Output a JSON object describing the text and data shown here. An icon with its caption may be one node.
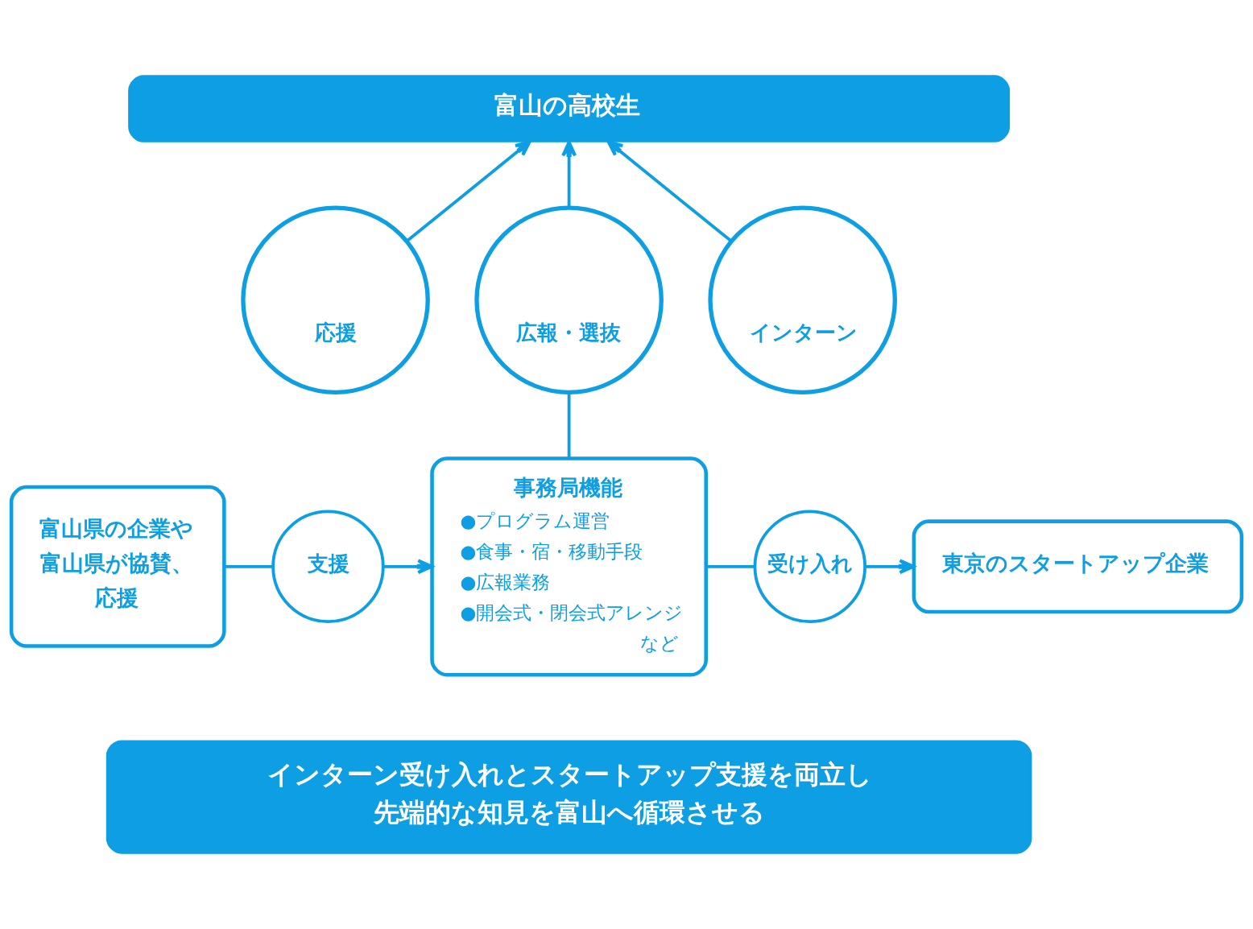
{
  "diagram": {
    "nodes": [
      {
        "text": [
          "富山の高校生"
        ]
      },
      {
        "text": [
          "応援"
        ]
      },
      {
        "text": [
          "広報・選抜"
        ]
      },
      {
        "text": [
          "インターン"
        ]
      },
      {
        "text": [
          "事務局機能",
          "●プログラム運営",
          "●食事・宿・移動手段",
          "●広報業務",
          "●開会式・閉会式アレンジ",
          "など"
        ]
      },
      {
        "text": [
          "富山県の企業や富山県が協賛、応援"
        ]
      },
      {
        "text": [
          "支援"
        ]
      },
      {
        "text": [
          "東京のスタートアップ企業"
        ]
      },
      {
        "text": [
          "受け入れ"
        ]
      },
      {
        "text": [
          "インターン受け入れとスタートアップ支援を両立し先端的な知見を富山へ循環させる"
        ]
      }
    ],
    "edges": [
      {
        "from": 1,
        "to": 0,
        "arrow": "to"
      },
      {
        "from": 2,
        "to": 0,
        "arrow": "to"
      },
      {
        "from": 3,
        "to": 0,
        "arrow": "to"
      },
      {
        "from": 4,
        "to": 2,
        "arrow": "none"
      },
      {
        "from": 5,
        "to": 6,
        "arrow": "none"
      },
      {
        "from": 6,
        "to": 4,
        "arrow": "to"
      },
      {
        "from": 4,
        "to": 8,
        "arrow": "none"
      },
      {
        "from": 8,
        "to": 7,
        "arrow": "to"
      }
    ]
  }
}
